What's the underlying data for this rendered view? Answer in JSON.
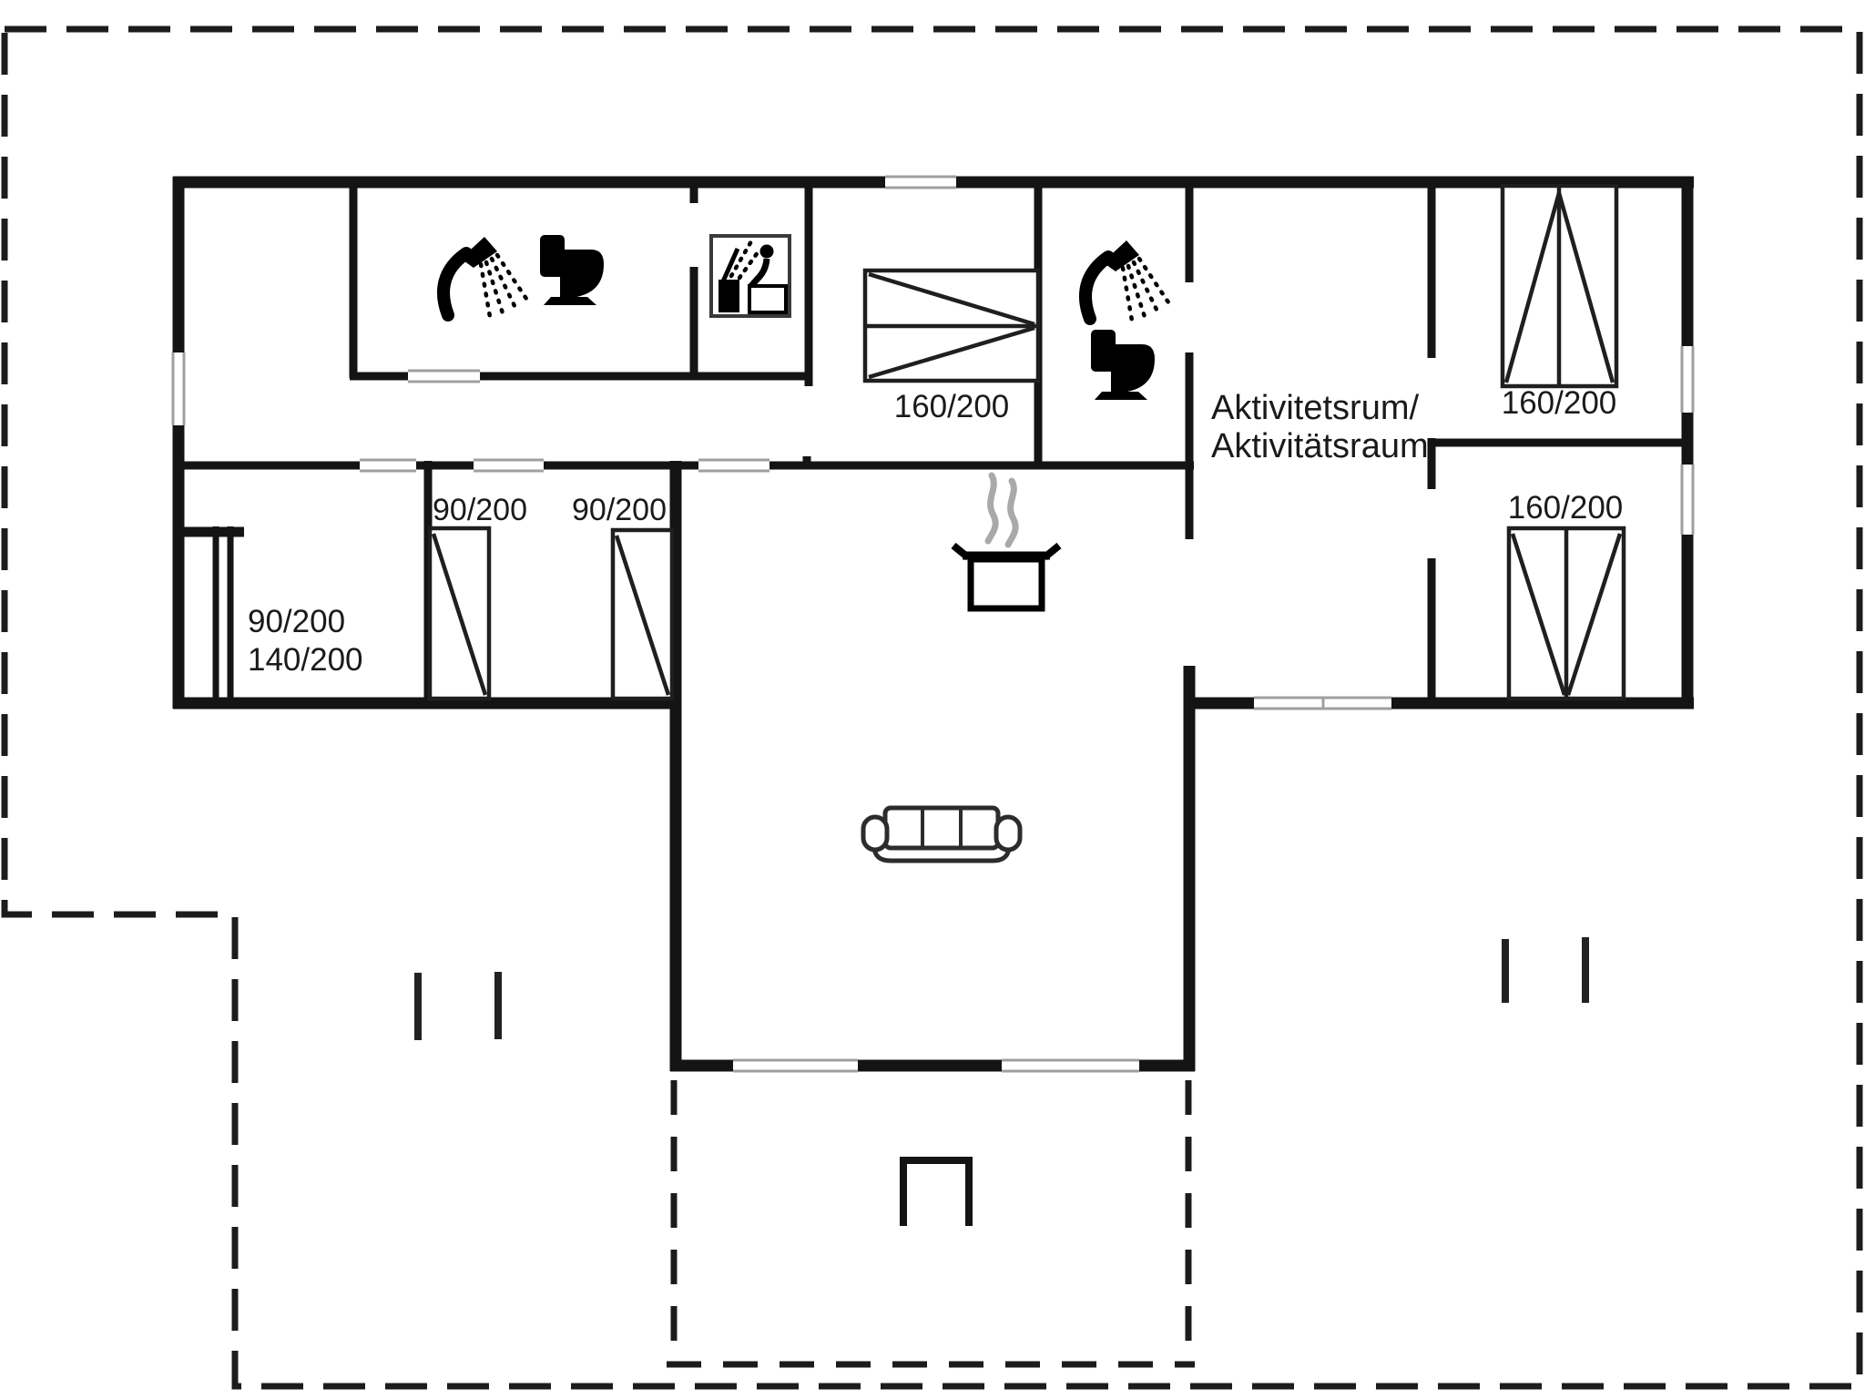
{
  "plan": {
    "type": "holiday-house-floor-plan",
    "room_labels": {
      "activity_room_line1": "Aktivitetsrum/",
      "activity_room_line2": "Aktivitätsraum"
    },
    "bed_labels": {
      "bed_middle_double": "160/200",
      "bed_top_right_double": "160/200",
      "bed_mid_right_double": "160/200",
      "bed_single_left_1": "90/200",
      "bed_single_left_2": "90/200",
      "left_room_bed_line1": "90/200",
      "left_room_bed_line2": "140/200"
    },
    "icons": {
      "shower_1": "shower-icon",
      "toilet_1": "toilet-icon",
      "sauna": "sauna-icon",
      "shower_2": "shower-icon",
      "toilet_2": "toilet-icon",
      "stove_pot": "cooking-pot-icon",
      "sofa": "sofa-icon",
      "grill": "grill-icon",
      "pergola_posts": "post-icon"
    },
    "colors": {
      "wall": "#141414",
      "window_mark": "#9f9f9f",
      "text": "#1a1a1a",
      "steam": "#a9a9a9",
      "boundary_dash": "#1c1c1c",
      "background": "#ffffff"
    }
  }
}
